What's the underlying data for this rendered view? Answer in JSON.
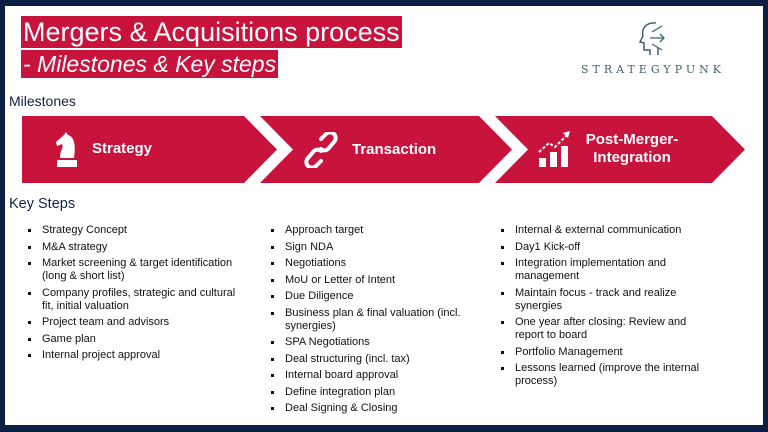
{
  "header": {
    "title": "Mergers & Acquisitions process",
    "subtitle": "- Milestones & Key steps",
    "logo_text": "STRATEGYPUNK"
  },
  "milestones": {
    "heading": "Milestones",
    "items": [
      {
        "label": "Strategy",
        "icon": "chess-knight-icon"
      },
      {
        "label": "Transaction",
        "icon": "chain-link-icon"
      },
      {
        "label_line1": "Post-Merger-",
        "label_line2": "Integration",
        "icon": "growth-chart-icon"
      }
    ]
  },
  "key_steps": {
    "heading": "Key Steps",
    "strategy": [
      "Strategy Concept",
      "M&A strategy",
      "Market screening & target identification (long & short list)",
      "Company profiles, strategic and cultural fit, initial valuation",
      "Project team and advisors",
      "Game plan",
      "Internal project approval"
    ],
    "transaction": [
      "Approach target",
      "Sign NDA",
      "Negotiations",
      "MoU or Letter of Intent",
      "Due Diligence",
      "Business plan & final valuation (incl. synergies)",
      "SPA Negotiations",
      "Deal structuring (incl. tax)",
      "Internal board approval",
      "Define integration plan",
      "Deal Signing & Closing"
    ],
    "integration": [
      "Internal & external communication",
      "Day1 Kick-off",
      "Integration implementation and management",
      "Maintain focus - track and realize synergies",
      "One year after closing: Review and report to board",
      "Portfolio Management",
      "Lessons learned (improve the internal process)"
    ]
  },
  "colors": {
    "accent": "#c8133d",
    "frame": "#0b1f44",
    "logo": "#3d6470"
  }
}
